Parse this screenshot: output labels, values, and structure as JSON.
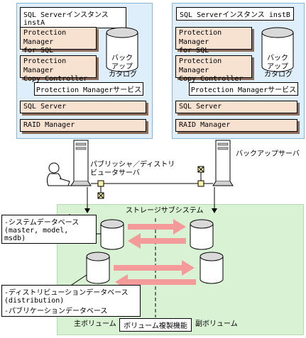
{
  "instanceA": {
    "title": "SQL Serverインスタンス  instA",
    "pm_sql": [
      "Protection Manager",
      "for SQL"
    ],
    "pm_cc": [
      "Protection Manager",
      "Copy Controller"
    ],
    "catalog": [
      "バック",
      "アップ",
      "カタログ"
    ],
    "pm_service": "Protection Managerサービス",
    "sql_server": "SQL Server",
    "raid_manager": "RAID Manager"
  },
  "instanceB": {
    "title": "SQL Serverインスタンス  instB",
    "pm_sql": [
      "Protection Manager",
      "for SQL"
    ],
    "pm_cc": [
      "Protection Manager",
      "Copy Controller"
    ],
    "catalog": [
      "バック",
      "アップ",
      "カタログ"
    ],
    "pm_service": "Protection Managerサービス",
    "sql_server": "SQL Server",
    "raid_manager": "RAID Manager"
  },
  "servers": {
    "publisher": [
      "パブリッシャ／ディストリ",
      "ビュータサーバ"
    ],
    "backup": "バックアップサーバ"
  },
  "storage": {
    "title": "ストレージサブシステム",
    "system_db": [
      "-システムデータベース",
      "  (master, model, msdb)"
    ],
    "dist_db": [
      "-ディストリビューションデータベース",
      "  (distribution)",
      "-パブリケーションデータベース"
    ],
    "primary": "主ボリューム",
    "copy_function": "ボリューム複製機能",
    "secondary": "副ボリューム"
  },
  "colors": {
    "panel_bg": "#dfeefb",
    "box_bg": "#f7e2d2",
    "storage_bg": "#d8f2d3",
    "arrow": "#f59a9a"
  }
}
